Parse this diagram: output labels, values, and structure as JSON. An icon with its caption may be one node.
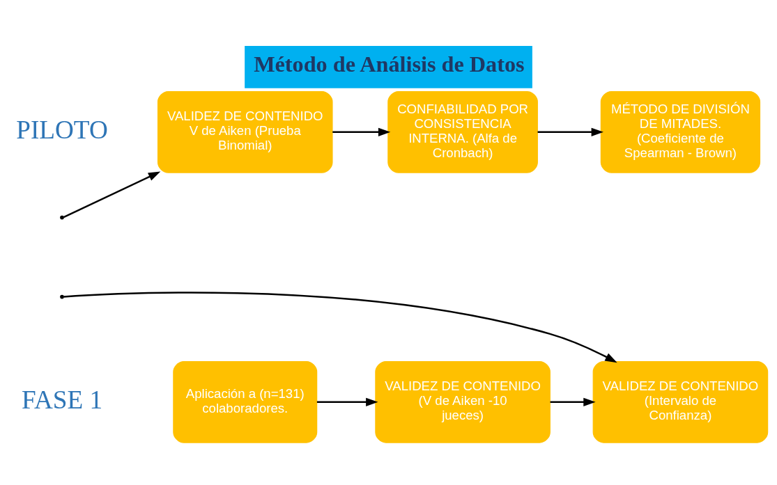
{
  "diagram": {
    "title": "Método de Análisis de Datos",
    "nodes": [
      {
        "text": [
          "Aplicación a (n=131) colaboradores."
        ]
      },
      {
        "text": [
          "VALIDEZ DE CONTENIDO (V de Aiken -10 jueces)"
        ]
      },
      {
        "text": [
          "VALIDEZ DE CONTENIDO (Intervalo de Confianza)"
        ]
      },
      {
        "text": [
          "VALIDEZ DE CONTENIDO V de Aiken (Prueba Binomial)"
        ]
      },
      {
        "text": [
          "CONFIABILIDAD POR CONSISTENCIA INTERNA. (Alfa de Cronbach)"
        ]
      },
      {
        "text": [
          "MÉTODO DE DIVISIÓN DE MITADES. (Coeficiente de Spearman - Brown)"
        ]
      }
    ],
    "edges": [
      {
        "from": 0,
        "to": 1,
        "arrow": "to"
      },
      {
        "from": 1,
        "to": 2,
        "arrow": "to"
      },
      {
        "from": null,
        "to": 2,
        "arrow": "to"
      },
      {
        "from": null,
        "to": 3,
        "arrow": "to"
      },
      {
        "from": 3,
        "to": 4,
        "arrow": "to"
      },
      {
        "from": 4,
        "to": 5,
        "arrow": "to"
      }
    ],
    "labels": [
      "FASE 1",
      "PILOTO"
    ]
  }
}
